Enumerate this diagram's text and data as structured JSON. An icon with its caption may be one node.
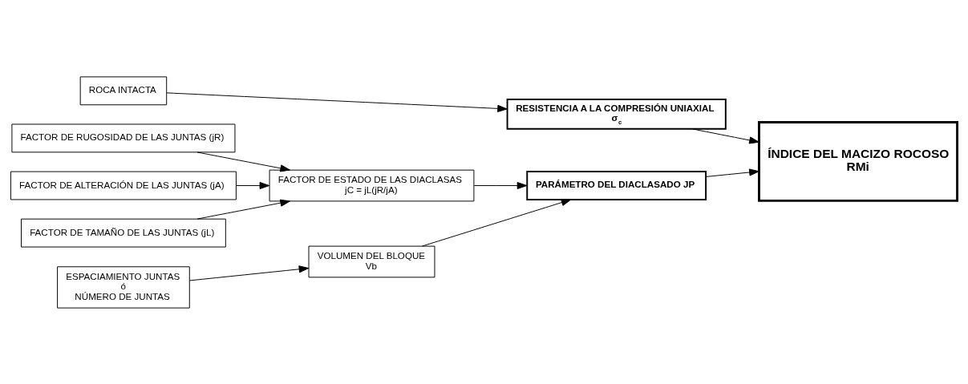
{
  "diagram": {
    "nodes": [
      {
        "text": [
          "ROCA INTACTA"
        ]
      },
      {
        "text": [
          "RESISTENCIA A LA COMPRESIÓN UNIAXIAL",
          "σ$_{c}$"
        ]
      },
      {
        "text": [
          "FACTOR DE RUGOSIDAD DE LAS JUNTAS (jR)"
        ]
      },
      {
        "text": [
          "FACTOR DE ALTERACIÓN DE LAS JUNTAS (jA)"
        ]
      },
      {
        "text": [
          "FACTOR DE TAMAÑO DE LAS JUNTAS (jL)"
        ]
      },
      {
        "text": [
          "FACTOR DE ESTADO DE LAS DIACLASAS",
          "jC = jL(jR/jA)"
        ]
      },
      {
        "text": [
          "ESPACIAMIENTO JUNTAS",
          "ó",
          "NÚMERO DE JUNTAS"
        ]
      },
      {
        "text": [
          "VOLUMEN DEL BLOQUE",
          "Vb"
        ]
      },
      {
        "text": [
          "PARÁMETRO DEL DIACLASADO JP"
        ]
      },
      {
        "text": [
          "ÍNDICE DEL MACIZO ROCOSO",
          "RMi"
        ]
      }
    ],
    "edges": [
      {
        "from": 0,
        "to": 1,
        "arrow": "to"
      },
      {
        "from": 2,
        "to": 5,
        "arrow": "to"
      },
      {
        "from": 3,
        "to": 5,
        "arrow": "to"
      },
      {
        "from": 4,
        "to": 5,
        "arrow": "to"
      },
      {
        "from": 5,
        "to": 8,
        "arrow": "to"
      },
      {
        "from": 6,
        "to": 7,
        "arrow": "to"
      },
      {
        "from": 7,
        "to": 8,
        "arrow": "to"
      },
      {
        "from": 1,
        "to": 9,
        "arrow": "to"
      },
      {
        "from": 8,
        "to": 9,
        "arrow": "to"
      }
    ]
  }
}
